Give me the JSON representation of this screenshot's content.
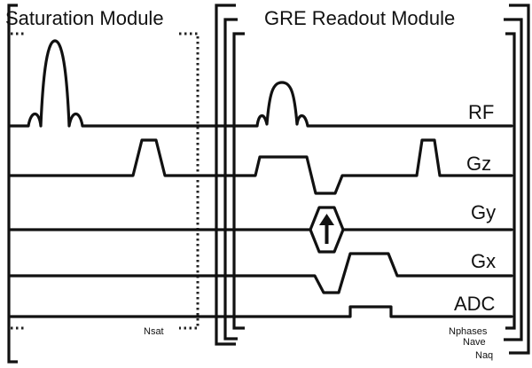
{
  "modules": {
    "saturation": "Saturation Module",
    "readout": "GRE Readout Module"
  },
  "channels": [
    "RF",
    "Gz",
    "Gy",
    "Gx",
    "ADC"
  ],
  "loops": {
    "nsat": "Nsat",
    "nphases": "Nphases",
    "nave": "Nave",
    "naq": "Naq"
  }
}
